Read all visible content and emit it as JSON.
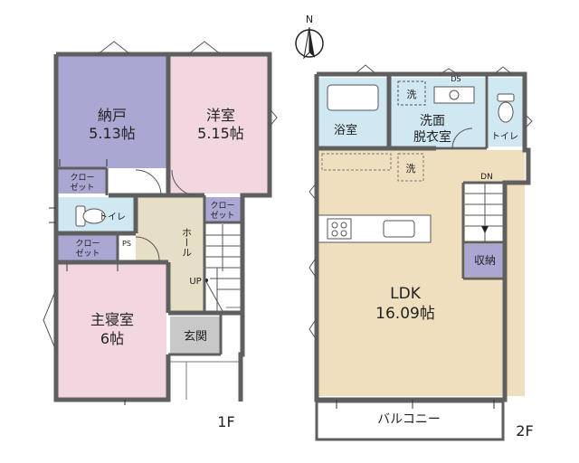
{
  "colors": {
    "wall": "#5f5f5f",
    "storage_room": "#aaa7d3",
    "western_room": "#f2d7e0",
    "bedroom": "#f2d7e0",
    "closet": "#aaa7d3",
    "hall": "#e6dfc6",
    "entrance": "#c8c8c8",
    "wet_area": "#cfe8f2",
    "ldk": "#f0dfbe",
    "storage": "#aaa7d3",
    "balcony": "#ffffff"
  },
  "compass": {
    "north_label": "N"
  },
  "floor1": {
    "floor_label": "1F",
    "storage_room": {
      "name": "納戸",
      "size": "5.13帖"
    },
    "western_room": {
      "name": "洋室",
      "size": "5.15帖"
    },
    "closet_a": {
      "line1": "クロー",
      "line2": "ゼット"
    },
    "closet_b": {
      "line1": "クロー",
      "line2": "ゼット"
    },
    "closet_c": {
      "line1": "クロー",
      "line2": "ゼット"
    },
    "toilet": "トイレ",
    "hall": "ホール",
    "stairs_up": "UP",
    "ps": "PS",
    "master_bedroom": {
      "name": "主寝室",
      "size": "6帖"
    },
    "entrance": "玄関"
  },
  "floor2": {
    "floor_label": "2F",
    "bath": "浴室",
    "washroom": {
      "line1": "洗面",
      "line2": "脱衣室"
    },
    "washer_mark": "洗",
    "dryer_mark": "洗",
    "ds": "DS",
    "toilet": "トイレ",
    "stairs_down": "DN",
    "storage": "収納",
    "ldk": {
      "name": "LDK",
      "size": "16.09帖"
    },
    "balcony": "バルコニー"
  }
}
